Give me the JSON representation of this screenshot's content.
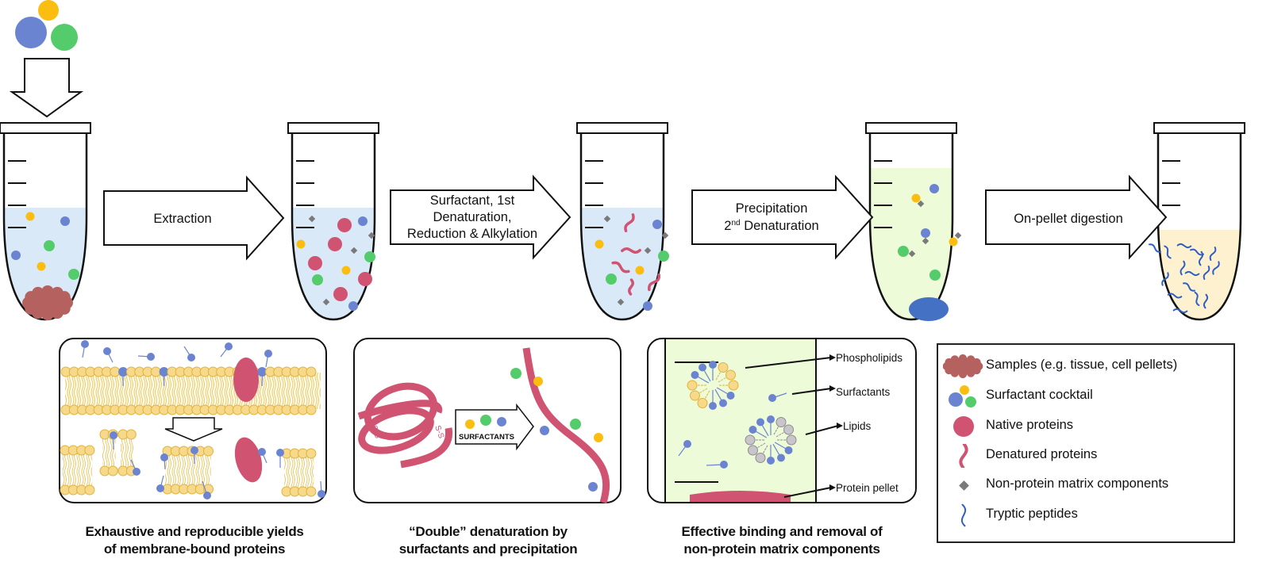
{
  "colors": {
    "surfactant_blue": "#6b84d1",
    "surfactant_green": "#55cc6b",
    "surfactant_yellow": "#fbbe10",
    "native_protein": "#d05372",
    "sample": "#b5615f",
    "matrix": "#7a7a7a",
    "peptide": "#2f5ec4",
    "pellet_blue": "#4571c4",
    "liquid_blue": "#d9e9f7",
    "liquid_green": "#eefbd8",
    "liquid_yellow": "#fdf1cf",
    "lipid_head": "#f6d98a",
    "lipid_head_stroke": "#e2b23c",
    "lipid_gray": "#c8c6cb"
  },
  "workflow": {
    "steps": [
      {
        "id": "sample",
        "label_lines": []
      },
      {
        "id": "extract",
        "label_lines": [
          "Extraction"
        ]
      },
      {
        "id": "denature1",
        "label_lines": [
          "Surfactant, 1st",
          "Denaturation,",
          "Reduction & Alkylation"
        ]
      },
      {
        "id": "precip",
        "label_lines": [
          "Precipitation",
          "2nd Denaturation"
        ]
      },
      {
        "id": "digest",
        "label_lines": [
          "On-pellet digestion"
        ]
      }
    ],
    "arrow_labels": {
      "extraction": "Extraction",
      "denature_l1": "Surfactant, 1st",
      "denature_l2": "Denaturation,",
      "denature_l3": "Reduction & Alkylation",
      "precip_l1": "Precipitation",
      "precip_l2_num": "2",
      "precip_l2_sup": "nd",
      "precip_l2_rest": " Denaturation",
      "digest": "On-pellet digestion"
    }
  },
  "panels": {
    "membrane": {
      "caption_l1": "Exhaustive and reproducible yields",
      "caption_l2": "of membrane-bound proteins"
    },
    "denaturation": {
      "surfactants_label": "SURFACTANTS",
      "caption_l1": "“Double” denaturation by",
      "caption_l2": "surfactants and precipitation",
      "disulfide_label": "S-S"
    },
    "removal": {
      "callouts": [
        "Phospholipids",
        "Surfactants",
        "Lipids",
        "Protein pellet"
      ],
      "caption_l1": "Effective binding and removal of",
      "caption_l2": "non-protein matrix components"
    }
  },
  "legend": {
    "items": [
      {
        "icon": "sample-cloud-icon",
        "label": "Samples (e.g. tissue, cell pellets)"
      },
      {
        "icon": "surfactant-cocktail-icon",
        "label": "Surfactant cocktail"
      },
      {
        "icon": "native-protein-icon",
        "label": "Native proteins"
      },
      {
        "icon": "denatured-protein-icon",
        "label": "Denatured proteins"
      },
      {
        "icon": "matrix-diamond-icon",
        "label": "Non-protein matrix components"
      },
      {
        "icon": "tryptic-peptide-icon",
        "label": "Tryptic peptides"
      }
    ]
  }
}
